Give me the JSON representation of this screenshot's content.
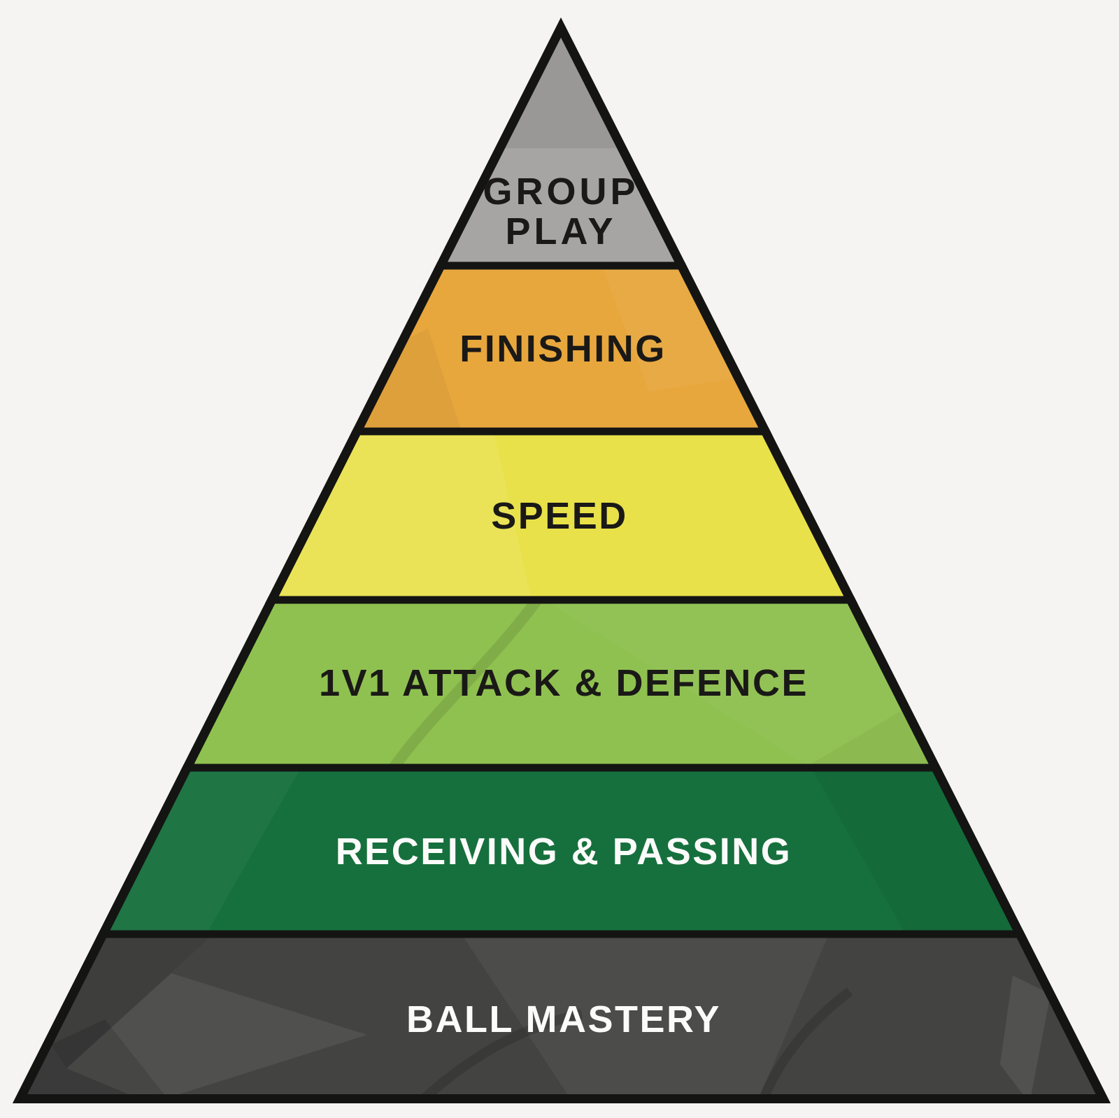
{
  "diagram": {
    "kind": "pyramid",
    "subject": "football skills development pyramid"
  },
  "colors": {
    "background": "#F5F4F3",
    "outline": "#141413",
    "text_dark": "#1A1917",
    "text_light": "#FBFBFA"
  },
  "pyramid": {
    "levels": [
      {
        "rank": 1,
        "id": "group-play",
        "label": "GROUP PLAY",
        "line1": "GROUP",
        "line2": "PLAY",
        "color": "#A2A19F",
        "text_color": "#1A1917"
      },
      {
        "rank": 2,
        "id": "finishing",
        "label": "FINISHING",
        "color": "#E8A73D",
        "text_color": "#1A1917"
      },
      {
        "rank": 3,
        "id": "speed",
        "label": "SPEED",
        "color": "#E9E149",
        "text_color": "#1A1917"
      },
      {
        "rank": 4,
        "id": "1v1-attack-and-defence",
        "label": "1V1 ATTACK & DEFENCE",
        "color": "#8FC150",
        "text_color": "#1A1917"
      },
      {
        "rank": 5,
        "id": "receiving-and-passing",
        "label": "RECEIVING & PASSING",
        "color": "#16703D",
        "text_color": "#FBFBFA"
      },
      {
        "rank": 6,
        "id": "ball-mastery",
        "label": "BALL MASTERY",
        "color": "#434342",
        "text_color": "#FBFBFA"
      }
    ]
  }
}
